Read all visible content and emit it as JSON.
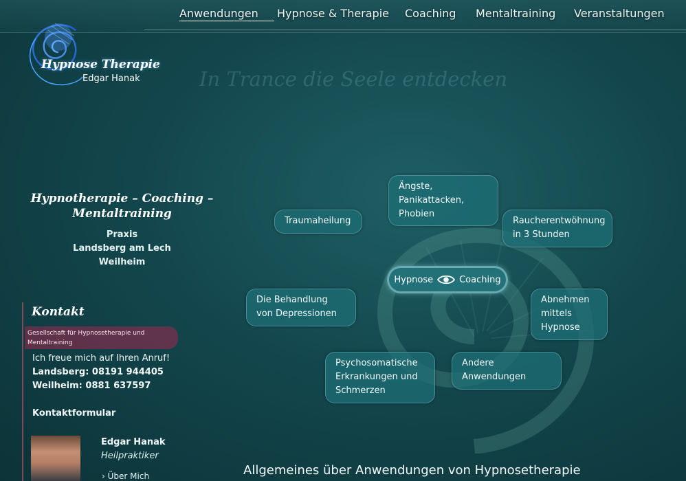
{
  "nav": {
    "items": [
      "Anwendungen",
      "Hypnose & Therapie",
      "Coaching",
      "Mentaltraining",
      "Veranstaltungen"
    ],
    "active": "Anwendungen"
  },
  "logo": {
    "title": "Hypnose Therapie",
    "name": "Edgar Hanak",
    "icon": "nautilus-icon"
  },
  "hero": {
    "tagline": "In Trance die Seele entdecken"
  },
  "sidebar": {
    "title": "Hypnotherapie – Coaching – Mentaltraining",
    "praxis_label": "Praxis",
    "locations": [
      "Landsberg am Lech",
      "Weilheim"
    ]
  },
  "contact": {
    "heading": "Kontakt",
    "society": "Gesellschaft für Hypnosetherapie und Mentaltraining",
    "intro": "Ich freue mich auf Ihren Anruf!",
    "phone_landsberg": "Landsberg: 08191 944405",
    "phone_weilheim": "Weilheim: 0881 637597",
    "form_link": "Kontaktformular"
  },
  "profile": {
    "name": "Edgar Hanak",
    "role": "Heilpraktiker",
    "link": "Über Mich"
  },
  "center": {
    "left": "Hypnose",
    "right": "Coaching",
    "icon": "eye-icon"
  },
  "bubbles": [
    {
      "label": "Ängste, Panikattacken, Phobien"
    },
    {
      "label": "Traumaheilung"
    },
    {
      "label": "Raucherentwöhnung in 3 Stunden"
    },
    {
      "label": "Die Behandlung von Depressionen"
    },
    {
      "label": "Abnehmen mittels Hypnose"
    },
    {
      "label": "Psychosomatische Erkrankungen und Schmerzen"
    },
    {
      "label": "Andere Anwendungen"
    }
  ],
  "main": {
    "heading": "Allgemeines über Anwendungen von Hypnosetherapie"
  },
  "colors": {
    "accent": "#a02850",
    "background": "#13474d",
    "bubble": "#1e6e76"
  }
}
